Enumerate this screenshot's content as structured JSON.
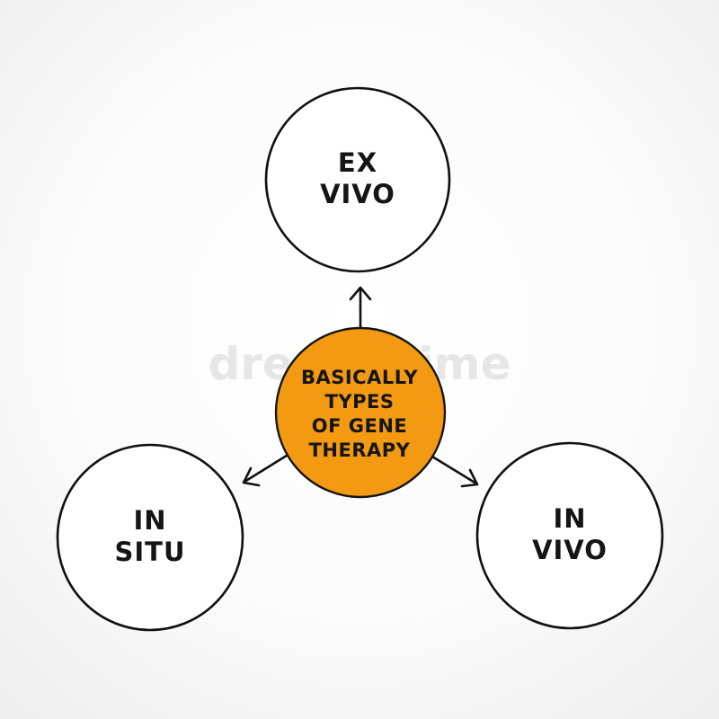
{
  "watermark": {
    "text": "dreamstime"
  },
  "center_node": {
    "lines": [
      "BASICALLY",
      "TYPES",
      "OF GENE",
      "THERAPY"
    ],
    "fill_color": "#f39a12"
  },
  "nodes": {
    "ex_vivo": {
      "lines": [
        "EX",
        "VIVO"
      ]
    },
    "in_situ": {
      "lines": [
        "IN",
        "SITU"
      ]
    },
    "in_vivo": {
      "lines": [
        "IN",
        "VIVO"
      ]
    }
  }
}
